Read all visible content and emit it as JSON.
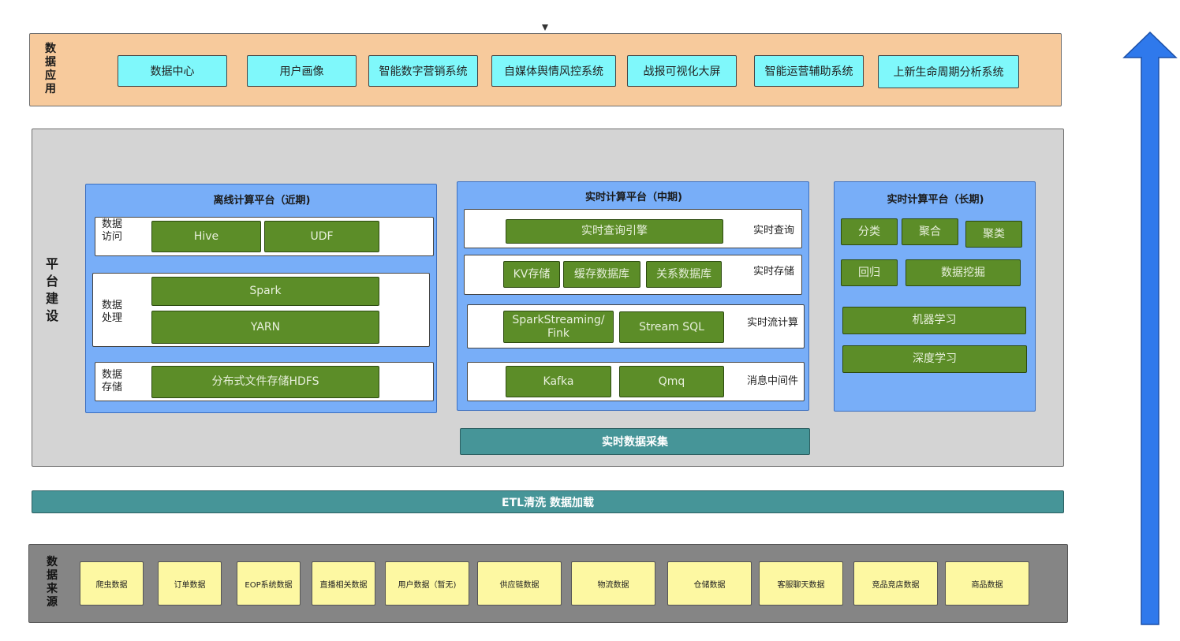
{
  "app_layer": {
    "label": [
      "数",
      "据",
      "应",
      "用"
    ],
    "items": [
      "数据中心",
      "用户画像",
      "智能数字营销系统",
      "自媒体舆情风控系统",
      "战报可视化大屏",
      "智能运营辅助系统",
      "上新生命周期分析系统"
    ],
    "color": "#f7ca9c"
  },
  "platform_layer": {
    "label": [
      "平",
      "台",
      "建",
      "设"
    ],
    "offline": {
      "title": "离线计算平台（近期)",
      "access_label": "数据\n访问",
      "access_items": [
        "Hive",
        "UDF"
      ],
      "process_label": "数据\n处理",
      "process_items": [
        "Spark",
        "YARN"
      ],
      "storage_label": "数据\n存储",
      "storage_item": "分布式文件存储HDFS"
    },
    "realtime_mid": {
      "title": "实时计算平台（中期)",
      "query_item": "实时查询引擎",
      "query_label": "实时查询",
      "storage_items": [
        "KV存储",
        "缓存数据库",
        "关系数据库"
      ],
      "storage_label": "实时存储",
      "stream_items": [
        "SparkStreaming/\nFink",
        "Stream SQL"
      ],
      "stream_label": "实时流计算",
      "mq_items": [
        "Kafka",
        "Qmq"
      ],
      "mq_label": "消息中间件"
    },
    "realtime_long": {
      "title": "实时计算平台（长期)",
      "items_row1": [
        "分类",
        "聚合",
        "聚类"
      ],
      "items_row2": [
        "回归",
        "数据挖掘"
      ],
      "ml": "机器学习",
      "dl": "深度学习"
    },
    "collect": "实时数据采集"
  },
  "etl_bar": "ETL清洗 数据加载",
  "source_layer": {
    "label": [
      "数",
      "据",
      "来",
      "源"
    ],
    "items": [
      "爬虫数据",
      "订单数据",
      "EOP系统数据",
      "直播相关数据",
      "用户数据（暂无)",
      "供应链数据",
      "物流数据",
      "仓储数据",
      "客服聊天数据",
      "竞品竞店数据",
      "商品数据"
    ]
  },
  "colors": {
    "app_box": "#7ff8fb",
    "blue_panel": "#78aef8",
    "green_box": "#5c8d28",
    "teal_bar": "#469598",
    "source_box": "#fdf8a2",
    "arrow": "#2f79ec"
  }
}
